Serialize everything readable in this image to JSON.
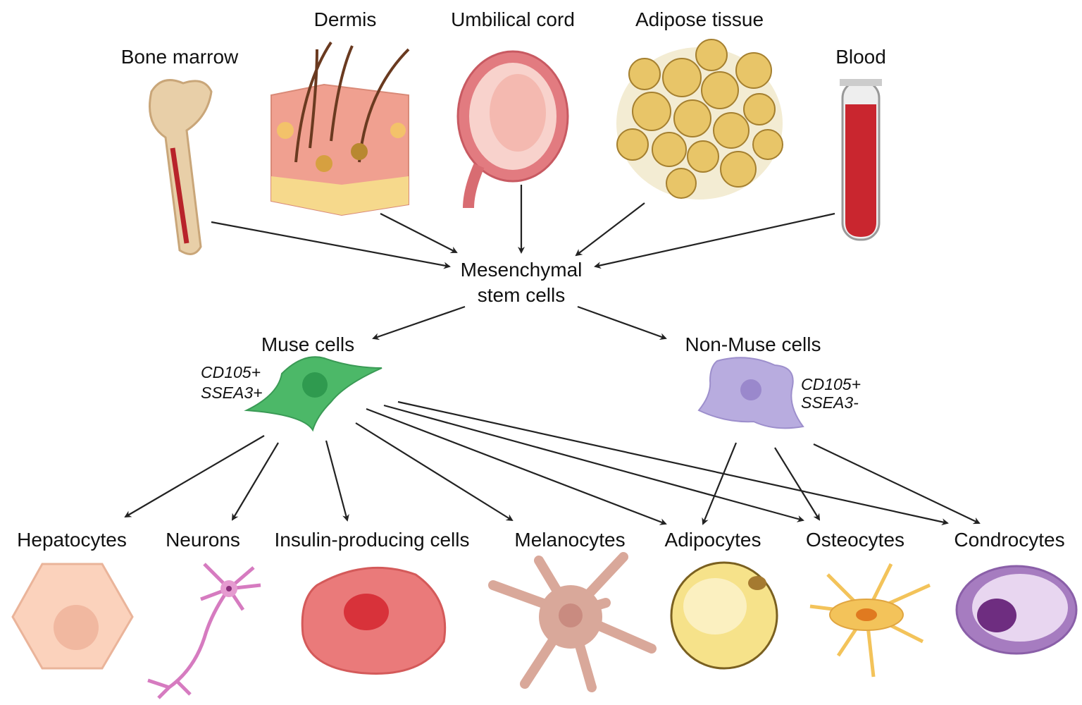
{
  "sources": {
    "bone_marrow": "Bone marrow",
    "dermis": "Dermis",
    "umbilical_cord": "Umbilical cord",
    "adipose_tissue": "Adipose tissue",
    "blood": "Blood"
  },
  "center": {
    "line1": "Mesenchymal",
    "line2": "stem cells"
  },
  "muse": {
    "label": "Muse cells",
    "marker1": "CD105+",
    "marker2": "SSEA3+",
    "color": "#4cb868"
  },
  "non_muse": {
    "label": "Non-Muse cells",
    "marker1": "CD105+",
    "marker2": "SSEA3-",
    "color": "#b8acdf"
  },
  "targets": {
    "hepatocytes": "Hepatocytes",
    "neurons": "Neurons",
    "insulin": "Insulin-producing cells",
    "melanocytes": "Melanocytes",
    "adipocytes": "Adipocytes",
    "osteocytes": "Osteocytes",
    "condrocytes": "Condrocytes"
  }
}
